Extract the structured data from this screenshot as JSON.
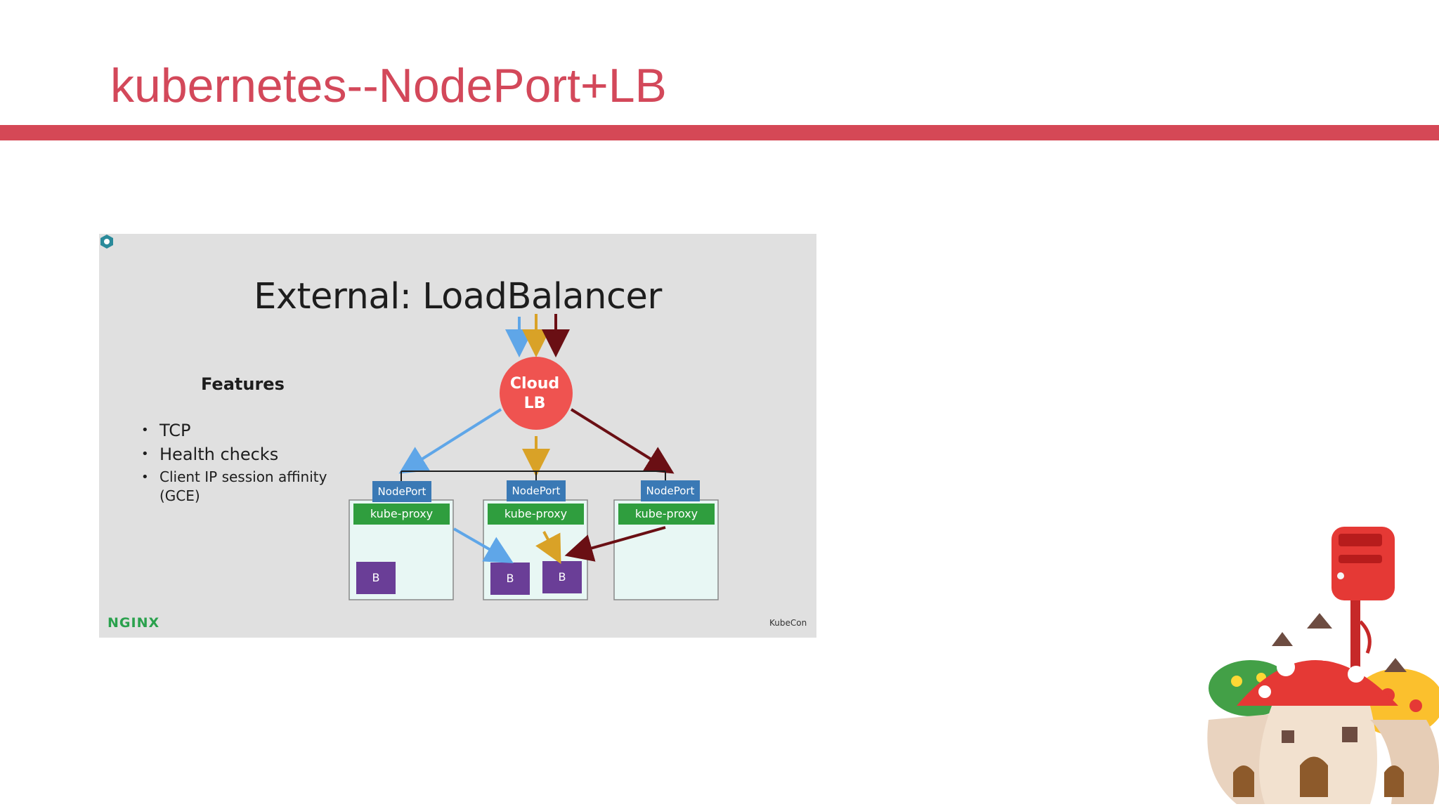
{
  "slide": {
    "title": "kubernetes--NodePort+LB"
  },
  "figure": {
    "title": "External: LoadBalancer",
    "features_heading": "Features",
    "features": [
      "TCP",
      "Health checks",
      "Client IP session affinity (GCE)"
    ],
    "cloud_lb_label": "Cloud LB",
    "nodes": [
      {
        "nodeport_label": "NodePort",
        "proxy_label": "kube-proxy",
        "pods": [
          "B"
        ]
      },
      {
        "nodeport_label": "NodePort",
        "proxy_label": "kube-proxy",
        "pods": [
          "B",
          "B"
        ]
      },
      {
        "nodeport_label": "NodePort",
        "proxy_label": "kube-proxy",
        "pods": []
      }
    ],
    "logo_left": "NGINX",
    "logo_right": "KubeCon"
  },
  "colors": {
    "title": "#d3485a",
    "rule": "#d54856",
    "cloud_lb": "#ef5350",
    "nodeport": "#3a79b5",
    "kube_proxy": "#2f9e3e",
    "pod": "#6a3e97",
    "node_box": "#e8f7f4",
    "arrow_blue": "#5fa6e8",
    "arrow_gold": "#d9a227",
    "arrow_dark": "#6a0f14"
  }
}
